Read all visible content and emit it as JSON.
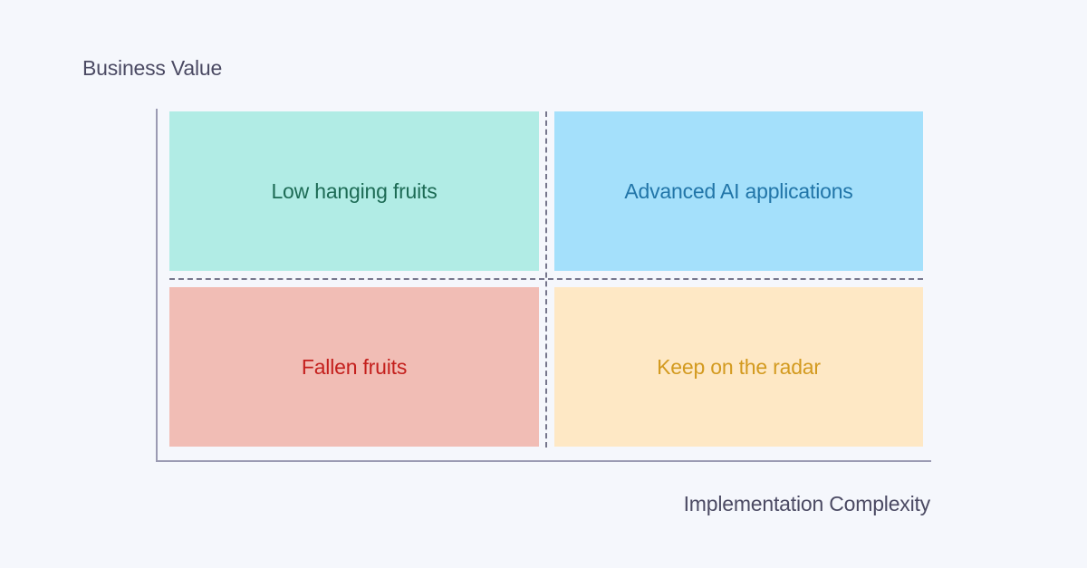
{
  "axes": {
    "y_label": "Business Value",
    "x_label": "Implementation Complexity"
  },
  "quadrants": {
    "top_left": {
      "label": "Low hanging fruits",
      "color": "#b1ece5",
      "text_color": "#1d6b55"
    },
    "top_right": {
      "label": "Advanced AI applications",
      "color": "#a4e0fb",
      "text_color": "#2175a8"
    },
    "bottom_left": {
      "label": "Fallen fruits",
      "color": "#f1bdb5",
      "text_color": "#c4201d"
    },
    "bottom_right": {
      "label": "Keep on the radar",
      "color": "#fee8c5",
      "text_color": "#d39a1f"
    }
  }
}
